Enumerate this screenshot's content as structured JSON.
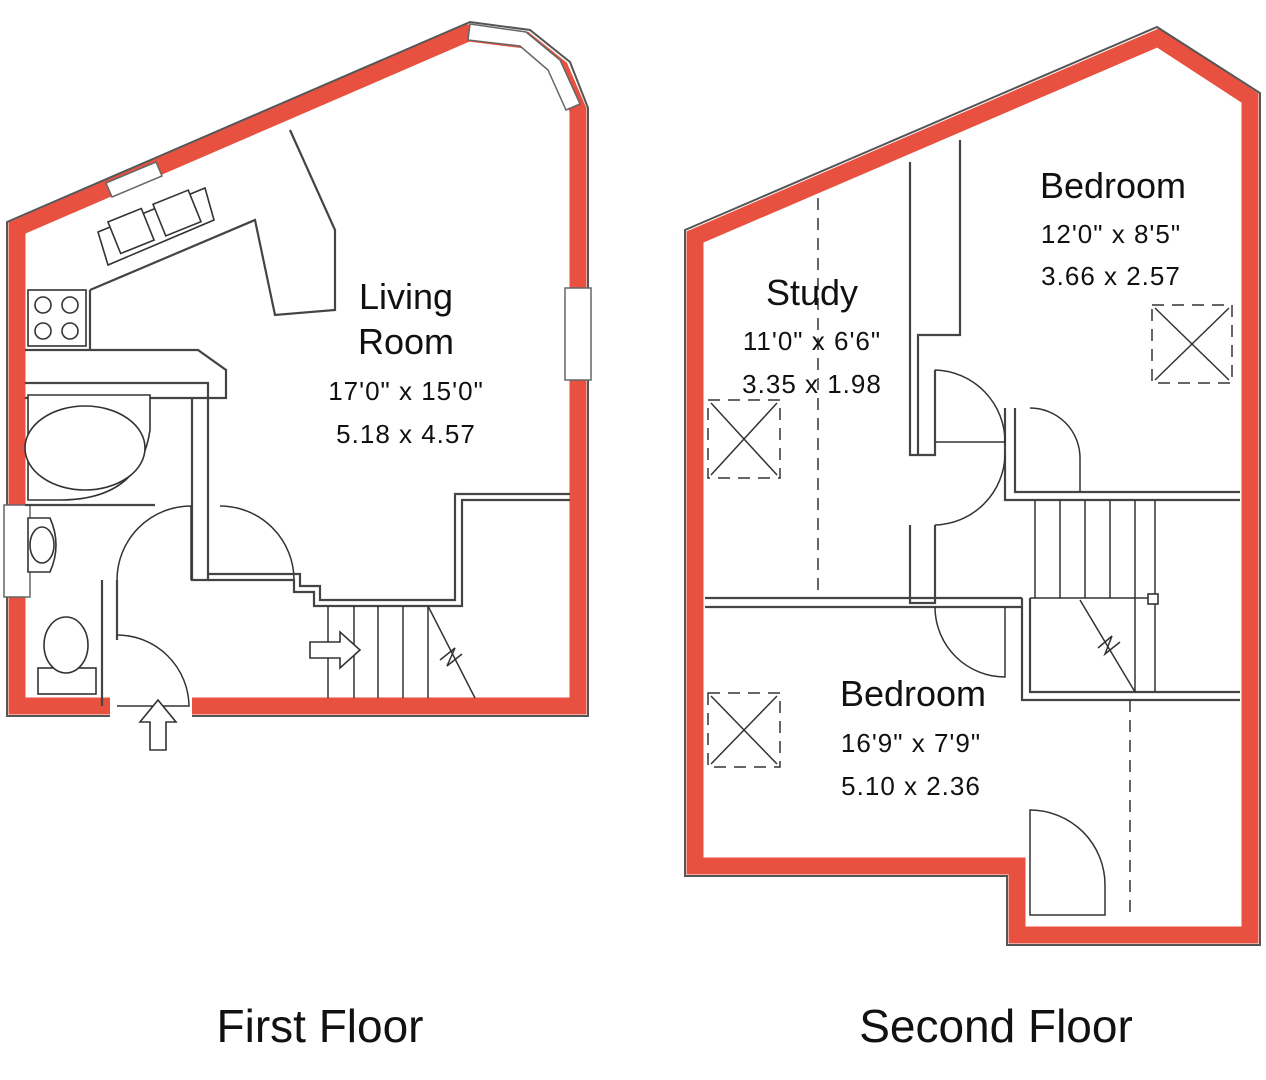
{
  "floors": [
    {
      "title": "First Floor",
      "rooms": [
        {
          "name_line1": "Living",
          "name_line2": "Room",
          "imperial": "17'0\" x 15'0\"",
          "metric": "5.18  x  4.57"
        }
      ]
    },
    {
      "title": "Second Floor",
      "rooms": [
        {
          "name": "Bedroom",
          "imperial": "12'0\"  x   8'5\"",
          "metric": "3.66  x  2.57"
        },
        {
          "name": "Study",
          "imperial": "11'0\"  x   6'6\"",
          "metric": "3.35  x  1.98"
        },
        {
          "name": "Bedroom",
          "imperial": "16'9\"  x   7'9\"",
          "metric": "5.10  x  2.36"
        }
      ]
    }
  ],
  "colors": {
    "external_wall": "#e8503f",
    "internal_wall": "#444444",
    "background": "#ffffff"
  },
  "icons": [
    "entrance-arrow-icon",
    "stair-direction-arrow-icon",
    "skylight-icon",
    "sink-icon",
    "hob-icon",
    "bath-icon",
    "basin-icon",
    "toilet-icon"
  ]
}
